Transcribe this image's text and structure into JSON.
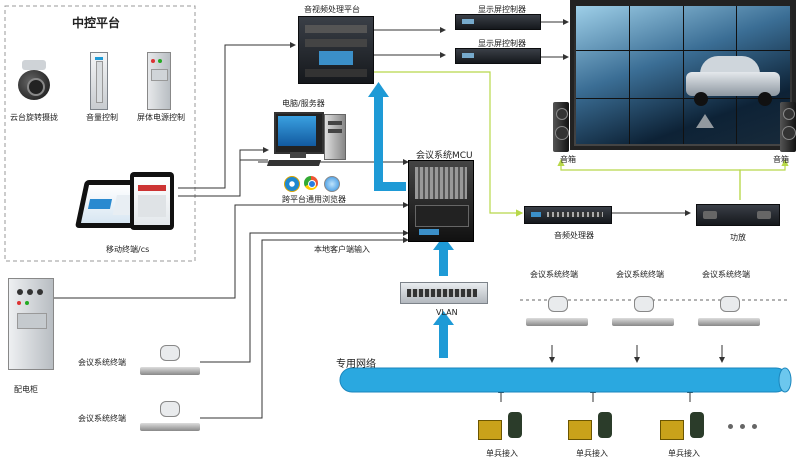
{
  "control_platform": {
    "title": "中控平台",
    "items": [
      "云台旋转摄拢",
      "音量控制",
      "屏体电源控制"
    ],
    "mobile": "移动终端/cs"
  },
  "av_platform": "音视频处理平台",
  "display_controller": "显示屏控制器",
  "pc_server": "电脑/服务器",
  "browser": "跨平台通用浏览器",
  "mcu": "会议系统MCU",
  "local_input": "本地客户端输入",
  "audio_processor": "音频处理器",
  "amplifier": "功放",
  "speaker": "音箱",
  "vlan": "VLAN",
  "network": "专用网络",
  "distribution_cabinet": "配电柜",
  "meeting_terminal": "会议系统终端",
  "single_soldier": "单兵接入"
}
